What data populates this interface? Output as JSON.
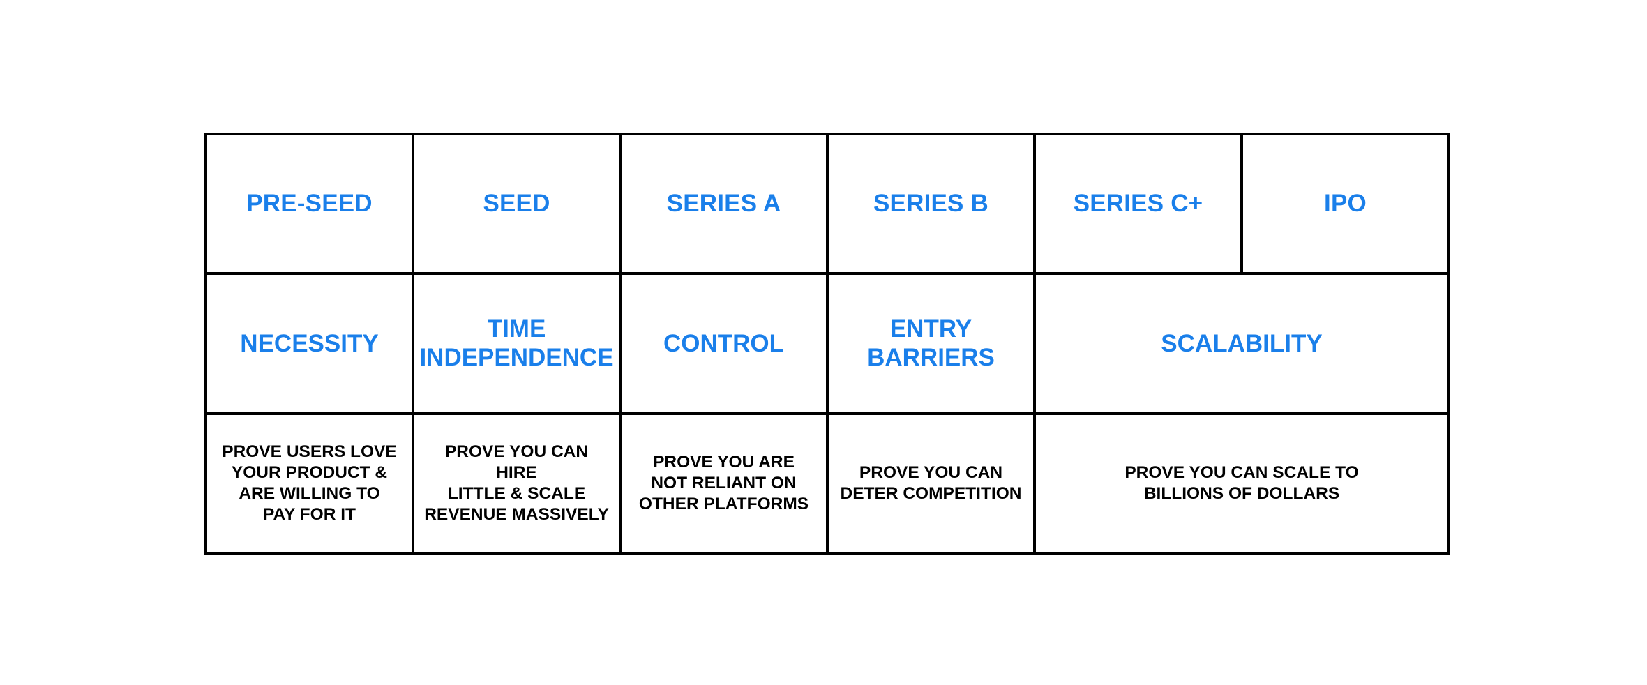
{
  "stages": [
    "PRE-SEED",
    "SEED",
    "SERIES A",
    "SERIES B",
    "SERIES C+",
    "IPO"
  ],
  "factors": [
    {
      "lines": [
        "NECESSITY"
      ]
    },
    {
      "lines": [
        "TIME",
        "INDEPENDENCE"
      ]
    },
    {
      "lines": [
        "CONTROL"
      ]
    },
    {
      "lines": [
        "ENTRY",
        "BARRIERS"
      ]
    },
    {
      "lines": [
        "SCALABILITY"
      ]
    }
  ],
  "descriptions": [
    {
      "lines": [
        "PROVE USERS LOVE",
        "YOUR PRODUCT &",
        "ARE WILLING TO",
        "PAY FOR IT"
      ]
    },
    {
      "lines": [
        "PROVE YOU CAN HIRE",
        "LITTLE & SCALE",
        "REVENUE MASSIVELY"
      ]
    },
    {
      "lines": [
        "PROVE YOU ARE",
        "NOT RELIANT ON",
        "OTHER PLATFORMS"
      ]
    },
    {
      "lines": [
        "PROVE YOU CAN",
        "DETER COMPETITION"
      ]
    },
    {
      "lines": [
        "PROVE YOU CAN SCALE TO",
        "BILLIONS OF DOLLARS"
      ]
    }
  ],
  "colors": {
    "accent": "#1a7fea",
    "text": "#000000",
    "border": "#000000",
    "background": "#ffffff"
  }
}
